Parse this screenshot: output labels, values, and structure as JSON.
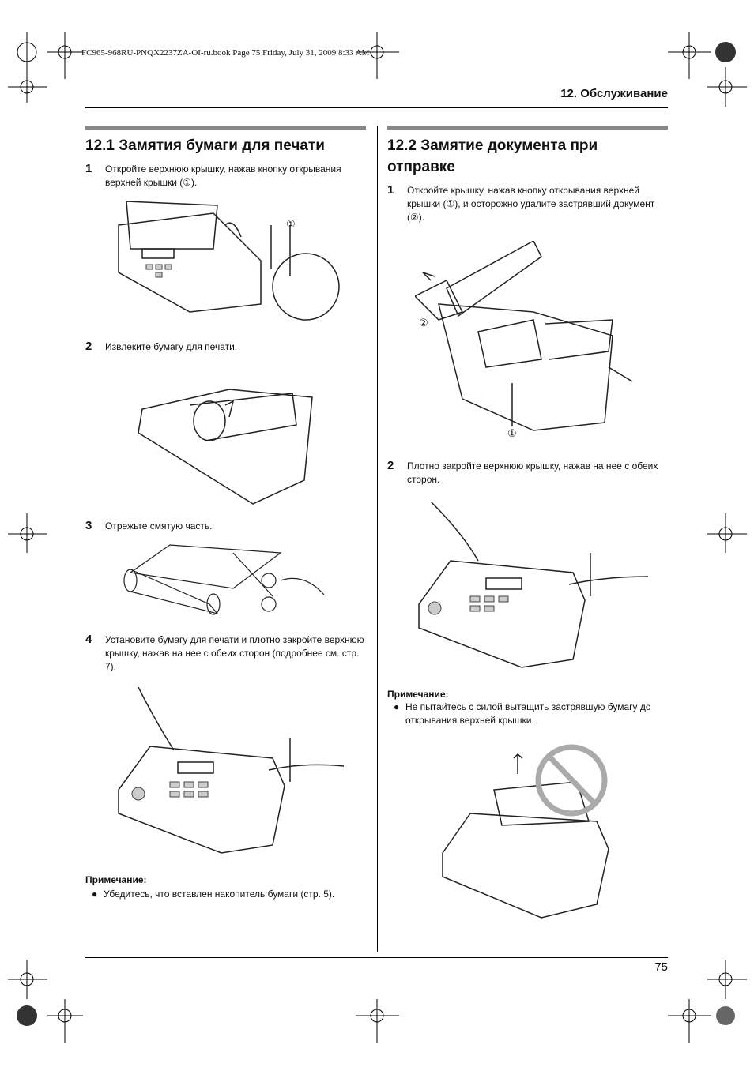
{
  "header": {
    "book_info": "FC965-968RU-PNQX2237ZA-OI-ru.book  Page 75  Friday, July 31, 2009  8:33 AM",
    "chapter": "12. Обслуживание"
  },
  "left": {
    "title": "12.1 Замятия бумаги для печати",
    "steps": [
      {
        "num": "1",
        "text": "Откройте верхнюю крышку, нажав кнопку открывания верхней крышки (①)."
      },
      {
        "num": "2",
        "text": "Извлеките бумагу для печати."
      },
      {
        "num": "3",
        "text": "Отрежьте смятую часть."
      },
      {
        "num": "4",
        "text": "Установите бумагу для печати и плотно закройте верхнюю крышку, нажав на нее с обеих сторон (подробнее см. стр. 7)."
      }
    ],
    "callout1": "①",
    "note_title": "Примечание:",
    "note": "Убедитесь, что вставлен накопитель бумаги (стр. 5)."
  },
  "right": {
    "title": "12.2 Замятие документа при отправке",
    "steps": [
      {
        "num": "1",
        "text": "Откройте крышку, нажав кнопку открывания верхней крышки (①), и осторожно удалите застрявший документ (②)."
      },
      {
        "num": "2",
        "text": "Плотно закройте верхнюю крышку, нажав на нее с обеих сторон."
      }
    ],
    "callout1": "①",
    "callout2": "②",
    "note_title": "Примечание:",
    "note": "Не пытайтесь с силой вытащить застрявшую бумагу до открывания верхней крышки."
  },
  "footer": {
    "page": "75"
  }
}
